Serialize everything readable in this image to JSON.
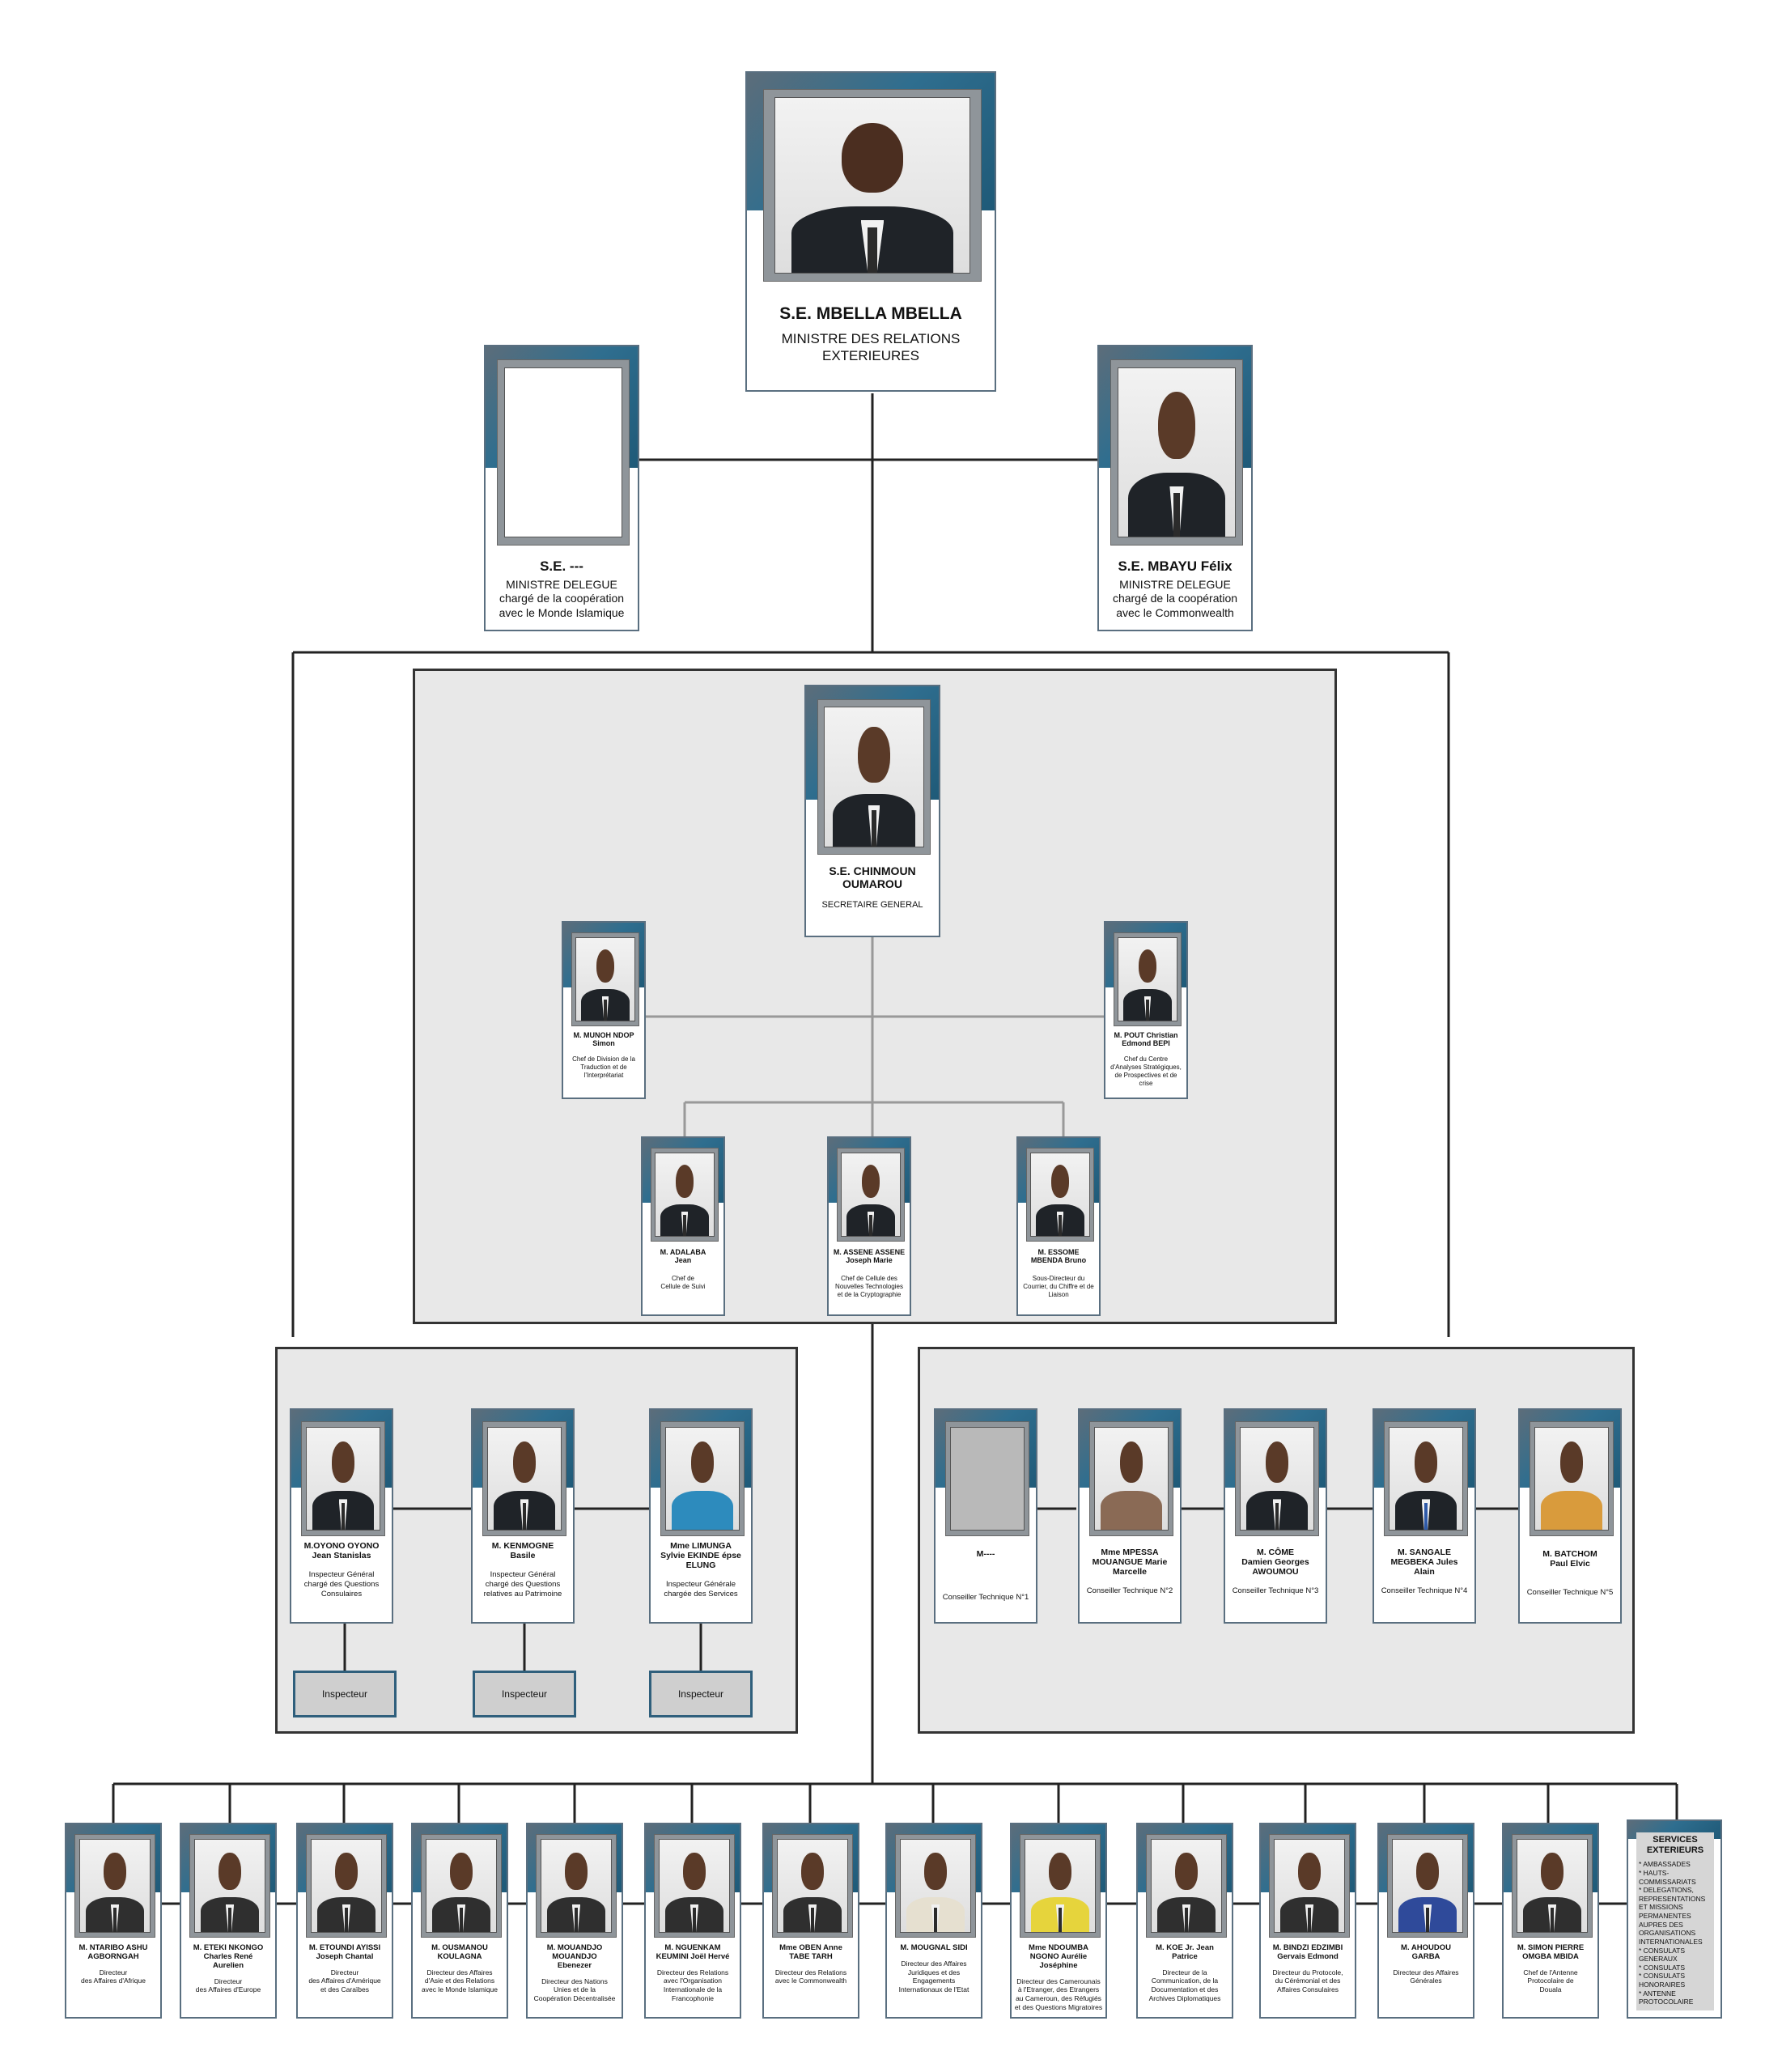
{
  "minister": {
    "name": "S.E. MBELLA MBELLA",
    "title_line1": "MINISTRE DES RELATIONS",
    "title_line2": "EXTERIEURES"
  },
  "delegates": [
    {
      "name": "S.E. ---",
      "title_line1": "MINISTRE DELEGUE",
      "title_line2": "chargé de la coopération",
      "title_line3": "avec le Monde Islamique"
    },
    {
      "name": "S.E. MBAYU Félix",
      "title_line1": "MINISTRE DELEGUE",
      "title_line2": "chargé de la coopération",
      "title_line3": "avec le Commonwealth"
    }
  ],
  "secretary_general": {
    "name_line1": "S.E. CHINMOUN",
    "name_line2": "OUMAROU",
    "title": "SECRETAIRE GENERAL"
  },
  "sg_side": [
    {
      "name_line1": "M. MUNOH NDOP",
      "name_line2": "Simon",
      "t1": "Chef de Division de la",
      "t2": "Traduction et de",
      "t3": "l'Interprétariat"
    },
    {
      "name_line1": "M. POUT Christian",
      "name_line2": "Edmond BEPI",
      "t1": "Chef du Centre",
      "t2": "d'Analyses Stratégiques,",
      "t3": "de Prospectives et de",
      "t4": "crise"
    }
  ],
  "sg_bottom": [
    {
      "name_line1": "M. ADALABA",
      "name_line2": "Jean",
      "t1": "Chef de",
      "t2": "Cellule de Suivi"
    },
    {
      "name_line1": "M. ASSENE ASSENE",
      "name_line2": "Joseph Marie",
      "t1": "Chef de Cellule des",
      "t2": "Nouvelles Technologies",
      "t3": "et de la Cryptographie"
    },
    {
      "name_line1": "M. ESSOME",
      "name_line2": "MBENDA Bruno",
      "t1": "Sous-Directeur du",
      "t2": "Courrier, du Chiffre et de",
      "t3": "Liaison"
    }
  ],
  "inspectors": [
    {
      "name_line1": "M.OYONO OYONO",
      "name_line2": "Jean Stanislas",
      "t1": "Inspecteur Général",
      "t2": "chargé des Questions",
      "t3": "Consulaires",
      "sub": "Inspecteur"
    },
    {
      "name_line1": "M. KENMOGNE",
      "name_line2": "Basile",
      "t1": "Inspecteur Général",
      "t2": "chargé des Questions",
      "t3": "relatives au Patrimoine",
      "sub": "Inspecteur"
    },
    {
      "name_line1": "Mme LIMUNGA",
      "name_line2": "Sylvie EKINDE épse",
      "name_line3": "ELUNG",
      "t1": "Inspecteur Générale",
      "t2": "chargée des Services",
      "sub": "Inspecteur"
    }
  ],
  "advisers": [
    {
      "name_line1": "M----",
      "t1": "Conseiller Technique N°1"
    },
    {
      "name_line1": "Mme MPESSA",
      "name_line2": "MOUANGUE Marie",
      "name_line3": "Marcelle",
      "t1": "Conseiller Technique N°2"
    },
    {
      "name_line1": "M. CÔME",
      "name_line2": "Damien Georges",
      "name_line3": "AWOUMOU",
      "t1": "Conseiller Technique N°3"
    },
    {
      "name_line1": "M. SANGALE",
      "name_line2": "MEGBEKA Jules",
      "name_line3": "Alain",
      "t1": "Conseiller Technique N°4"
    },
    {
      "name_line1": "M.  BATCHOM",
      "name_line2": "Paul Elvic",
      "t1": "Conseiller Technique N°5"
    }
  ],
  "directors": [
    {
      "name_line1": "M. NTARIBO ASHU",
      "name_line2": "AGBORNGAH",
      "t1": "Directeur",
      "t2": "des Affaires d'Afrique"
    },
    {
      "name_line1": "M. ETEKI NKONGO",
      "name_line2": "Charles René",
      "name_line3": "Aurelien",
      "t1": "Directeur",
      "t2": "des Affaires d'Europe"
    },
    {
      "name_line1": "M. ETOUNDI AYISSI",
      "name_line2": "Joseph Chantal",
      "t1": "Directeur",
      "t2": "des Affaires d'Amérique",
      "t3": "et des Caraïbes"
    },
    {
      "name_line1": "M. OUSMANOU",
      "name_line2": "KOULAGNA",
      "t1": "Directeur des Affaires",
      "t2": "d'Asie et des Relations",
      "t3": "avec le Monde Islamique"
    },
    {
      "name_line1": "M. MOUANDJO",
      "name_line2": "MOUANDJO",
      "name_line3": "Ebenezer",
      "t1": "Directeur des Nations",
      "t2": "Unies et de la",
      "t3": "Coopération Décentralisée"
    },
    {
      "name_line1": "M. NGUENKAM",
      "name_line2": "KEUMINI Joël Hervé",
      "t1": "Directeur des Relations",
      "t2": "avec l'Organisation",
      "t3": "Internationale de la",
      "t4": "Francophonie"
    },
    {
      "name_line1": "Mme OBEN Anne",
      "name_line2": "TABE TARH",
      "t1": "Directeur des Relations",
      "t2": "avec le Commonwealth"
    },
    {
      "name_line1": "M. MOUGNAL SIDI",
      "t1": "Directeur des Affaires",
      "t2": "Juridiques et des",
      "t3": "Engagements",
      "t4": "Internationaux de l'Etat"
    },
    {
      "name_line1": "Mme NDOUMBA",
      "name_line2": "NGONO Aurélie",
      "name_line3": "Joséphine",
      "t1": "Directeur des Camerounais",
      "t2": "à l'Etranger, des Etrangers",
      "t3": "au Cameroun, des Réfugiés",
      "t4": "et des Questions Migratoires"
    },
    {
      "name_line1": "M. KOE Jr. Jean",
      "name_line2": "Patrice",
      "t1": "Directeur de la",
      "t2": "Communication, de la",
      "t3": "Documentation et des",
      "t4": "Archives Diplomatiques"
    },
    {
      "name_line1": "M. BINDZI EDZIMBI",
      "name_line2": "Gervais Edmond",
      "t1": "Directeur du Protocole,",
      "t2": "du Cérémonial et des",
      "t3": "Affaires Consulaires"
    },
    {
      "name_line1": "M. AHOUDOU",
      "name_line2": "GARBA",
      "t1": "Directeur des Affaires",
      "t2": "Générales"
    },
    {
      "name_line1": "M. SIMON PIERRE",
      "name_line2": "OMGBA MBIDA",
      "t1": "Chef de l'Antenne",
      "t2": "Protocolaire de",
      "t3": "Douala"
    }
  ],
  "services": {
    "title_line1": "SERVICES",
    "title_line2": "EXTERIEURS",
    "items": [
      "AMBASSADES",
      "HAUTS-COMMISSARIATS",
      "DELEGATIONS, REPRESENTATIONS ET MISSIONS PERMANENTES AUPRES DES ORGANISATIONS INTERNATIONALES",
      "CONSULATS GENERAUX",
      "CONSULATS",
      "CONSULATS HONORAIRES",
      "ANTENNE PROTOCOLAIRE"
    ]
  },
  "colors": {
    "band": "#2f6e8f",
    "line": "#222222",
    "panel": "#e8e8e8"
  }
}
